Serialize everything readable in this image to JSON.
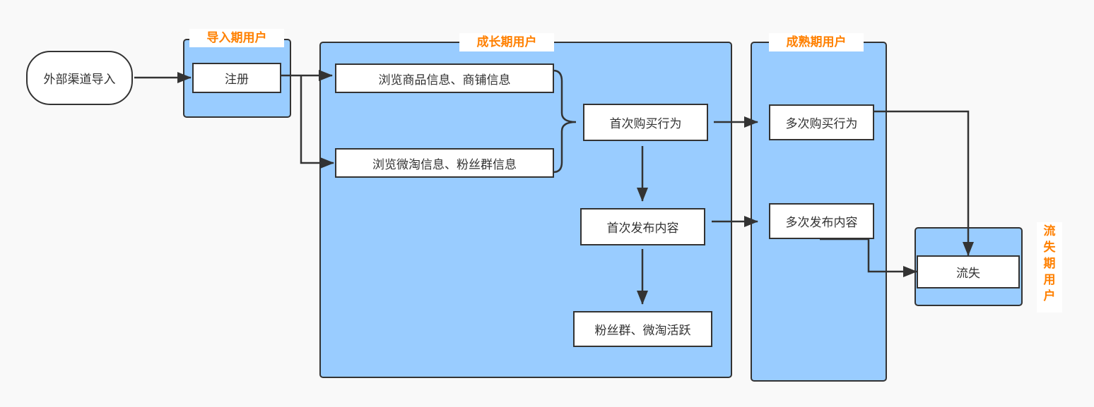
{
  "colors": {
    "group_fill": "#99ccff",
    "stroke": "#333333",
    "title_text": "#ff8000",
    "node_fill": "#ffffff",
    "background": "#f9f9f9"
  },
  "groups": {
    "intro": {
      "title": "导入期用户"
    },
    "growth": {
      "title": "成长期用户"
    },
    "mature": {
      "title": "成熟期用户"
    },
    "churn": {
      "title_chars": [
        "流",
        "失",
        "期",
        "用",
        "户"
      ]
    }
  },
  "nodes": {
    "external": "外部渠道导入",
    "register": "注册",
    "browse_goods": "浏览商品信息、商铺信息",
    "browse_weitao": "浏览微淘信息、粉丝群信息",
    "first_purchase": "首次购买行为",
    "first_publish": "首次发布内容",
    "fans_active": "粉丝群、微淘活跃",
    "multi_purchase": "多次购买行为",
    "multi_publish": "多次发布内容",
    "churn": "流失"
  }
}
